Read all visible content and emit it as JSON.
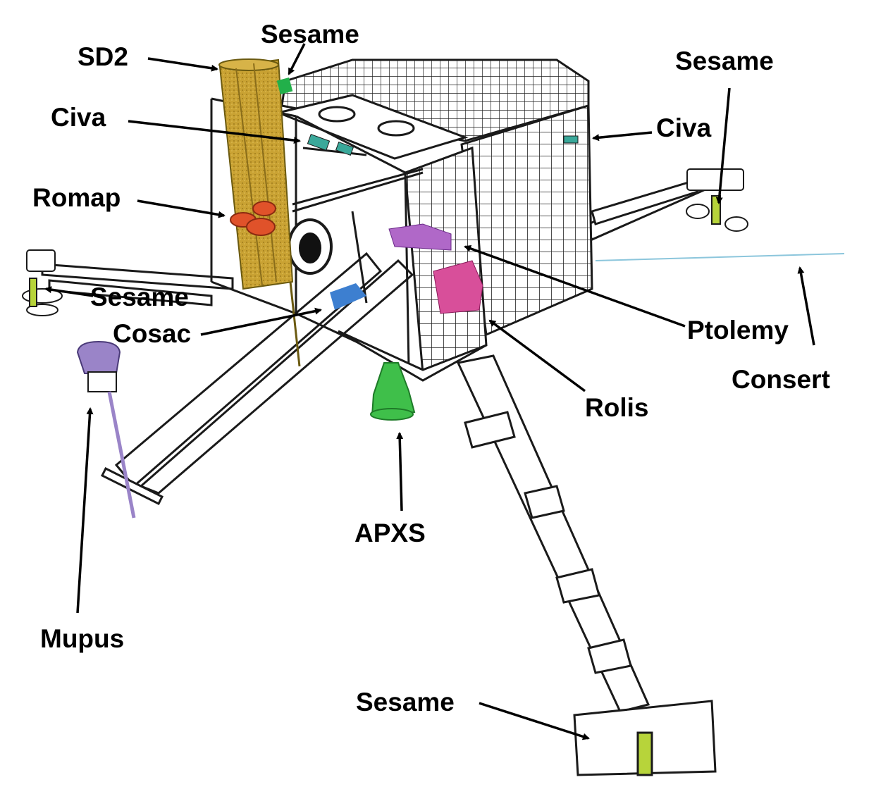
{
  "labels": {
    "sd2": "SD2",
    "sesame_top": "Sesame",
    "civa_left": "Civa",
    "romap": "Romap",
    "sesame_left": "Sesame",
    "cosac": "Cosac",
    "mupus": "Mupus",
    "apxs": "APXS",
    "sesame_right": "Sesame",
    "civa_right": "Civa",
    "ptolemy": "Ptolemy",
    "consert": "Consert",
    "rolis": "Rolis",
    "sesame_bottom": "Sesame"
  },
  "colors": {
    "sd2": "#c9a233",
    "sesame": "#22b04a",
    "civa": "#3aa89a",
    "romap": "#e0522a",
    "cosac": "#3d7fd0",
    "mupus": "#9a84c8",
    "apxs": "#3fbf4a",
    "ptolemy_top": "#b068c8",
    "ptolemy_bottom": "#d84f9a",
    "consert": "#8cc6dc",
    "sesame_foot": "#b7d43a",
    "structure": "#1a1a1a"
  }
}
